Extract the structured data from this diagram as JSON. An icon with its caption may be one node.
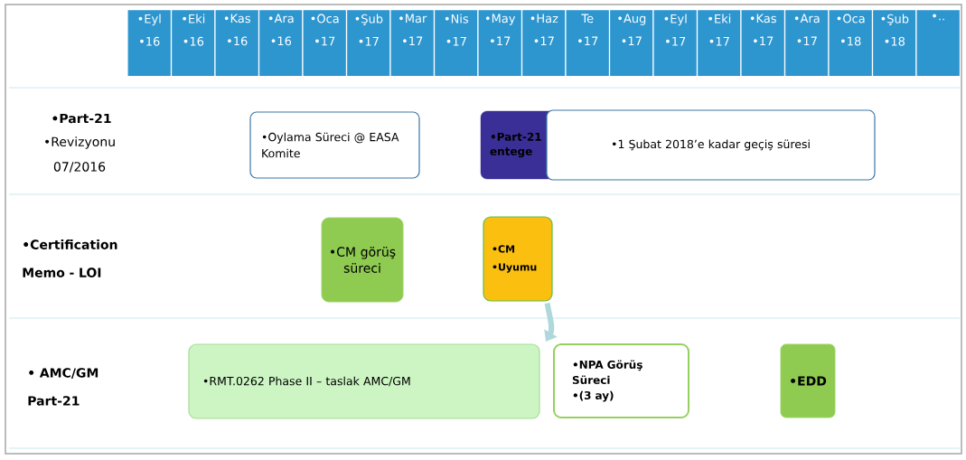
{
  "diagram": {
    "nodes": [
      {
        "text": [
          "•Eyl",
          "•16"
        ]
      },
      {
        "text": [
          "•Eki",
          "•16"
        ]
      },
      {
        "text": [
          "•Kas",
          "•16"
        ]
      },
      {
        "text": [
          "•Ara",
          "•16"
        ]
      },
      {
        "text": [
          "•Oca",
          "•17"
        ]
      },
      {
        "text": [
          "•Şub",
          "•17"
        ]
      },
      {
        "text": [
          "•Mar",
          "•17"
        ]
      },
      {
        "text": [
          "•Nis",
          "•17"
        ]
      },
      {
        "text": [
          "•May",
          "•17"
        ]
      },
      {
        "text": [
          "•Haz",
          "•17"
        ]
      },
      {
        "text": [
          "Te",
          "•17"
        ]
      },
      {
        "text": [
          "•Aug",
          "•17"
        ]
      },
      {
        "text": [
          "•Eyl",
          "•17"
        ]
      },
      {
        "text": [
          "•Eki",
          "•17"
        ]
      },
      {
        "text": [
          "•Kas",
          "•17"
        ]
      },
      {
        "text": [
          "•Ara",
          "•17"
        ]
      },
      {
        "text": [
          "•Oca",
          "•18"
        ]
      },
      {
        "text": [
          "•Şub",
          "•18"
        ]
      },
      {
        "text": [
          "•.."
        ]
      },
      {
        "text": [
          "•Oylama Süreci @ EASA Komite"
        ]
      },
      {
        "text": [
          "•Part-21 entege"
        ]
      },
      {
        "text": [
          "•1 Şubat 2018’e kadar geçiş süresi"
        ]
      },
      {
        "text": [
          "•CM görüş süreci"
        ]
      },
      {
        "text": [
          "•CM",
          "•Uyumu"
        ]
      },
      {
        "text": [
          "•RMT.0262 Phase II – taslak AMC/GM"
        ]
      },
      {
        "text": [
          "•NPA Görüş Süreci",
          "•(3 ay)"
        ]
      },
      {
        "text": [
          "•EDD"
        ]
      }
    ],
    "edges": [
      {
        "from": 23,
        "to": 25,
        "arrow": "to"
      }
    ],
    "labels": [
      "•Part-21",
      "•Revizyonu",
      "07/2016",
      "•Certification Memo - LOI",
      "• AMC/GM Part-21"
    ]
  }
}
